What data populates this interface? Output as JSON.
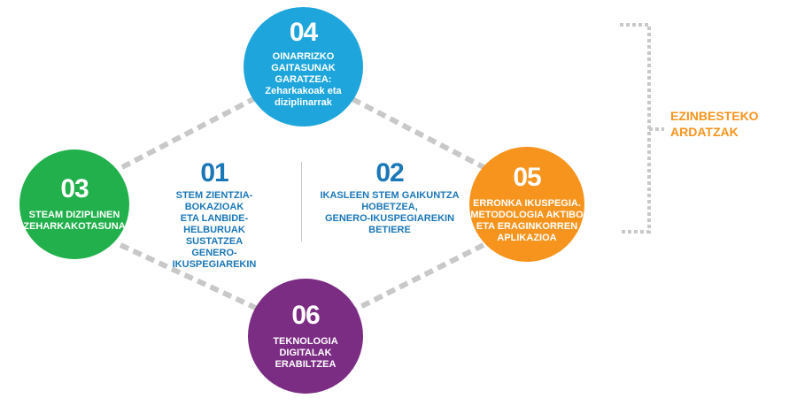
{
  "diagram": {
    "nodes": [
      {
        "id": "04",
        "number": "04",
        "label": "OINARRIZKO\nGAITASUNAK GARATZEA:",
        "label_sub": "Zeharkakoak eta\ndiziplinarrak",
        "color": "#1ea6dc"
      },
      {
        "id": "03",
        "number": "03",
        "label": "STEAM DIZIPLINEN\nZEHARKAKOTASUNA",
        "color": "#21b04b"
      },
      {
        "id": "05",
        "number": "05",
        "label": "ERRONKA IKUSPEGIA.\nMETODOLOGIA AKTIBO\nETA ERAGINKORREN\nAPLIKAZIOA",
        "color": "#f7941d"
      },
      {
        "id": "06",
        "number": "06",
        "label": "TEKNOLOGIA\nDIGITALAK\nERABILTZEA",
        "color": "#7b2c83"
      }
    ],
    "center_items": [
      {
        "number": "01",
        "label": "STEM ZIENTZIA-BOKAZIOAK\nETA LANBIDE-HELBURUAK\nSUSTATZEA\nGENERO-IKUSPEGIAREKIN"
      },
      {
        "number": "02",
        "label": "IKASLEEN STEM GAIKUNTZA\nHOBETZEA,\nGENERO-IKUSPEGIAREKIN\nBETIERE"
      }
    ],
    "key_label": "EZINBESTEKO\nARDATZAK",
    "colors": {
      "center_text": "#1a77b8",
      "connector": "#c8c8c8",
      "accent": "#f7941d"
    }
  }
}
